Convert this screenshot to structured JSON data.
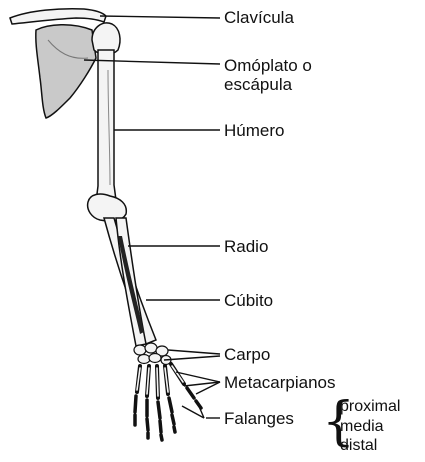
{
  "labels": {
    "clavicula": "Clavícula",
    "omoplato_line1": "Omóplato o",
    "omoplato_line2": "escápula",
    "humero": "Húmero",
    "radio": "Radio",
    "cubito": "Cúbito",
    "carpo": "Carpo",
    "metacarpianos": "Metacarpianos",
    "falanges": "Falanges",
    "falanges_parts": [
      "proximal",
      "media",
      "distal"
    ]
  },
  "colors": {
    "ink": "#111111",
    "bone_fill": "#f4f4f4",
    "scapula_fill": "#c9c9c9",
    "shading": "#222222"
  }
}
